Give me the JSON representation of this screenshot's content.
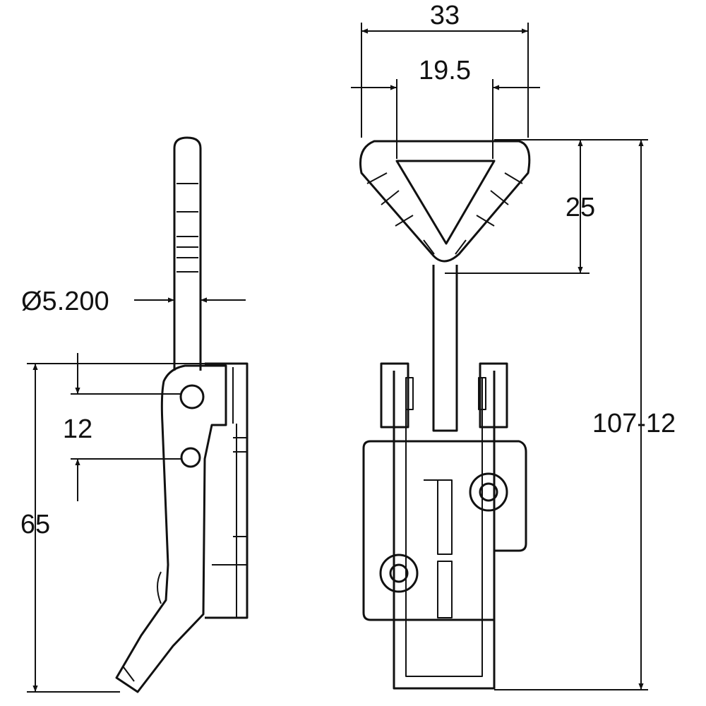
{
  "dimensions": {
    "top_width": "33",
    "handle_inner_width": "19.5",
    "handle_height": "25",
    "overall_length": "107-12",
    "rod_diameter": "Ø5.200",
    "pivot_spacing": "12",
    "side_height": "65"
  },
  "colors": {
    "line": "#111111",
    "background": "#ffffff"
  }
}
